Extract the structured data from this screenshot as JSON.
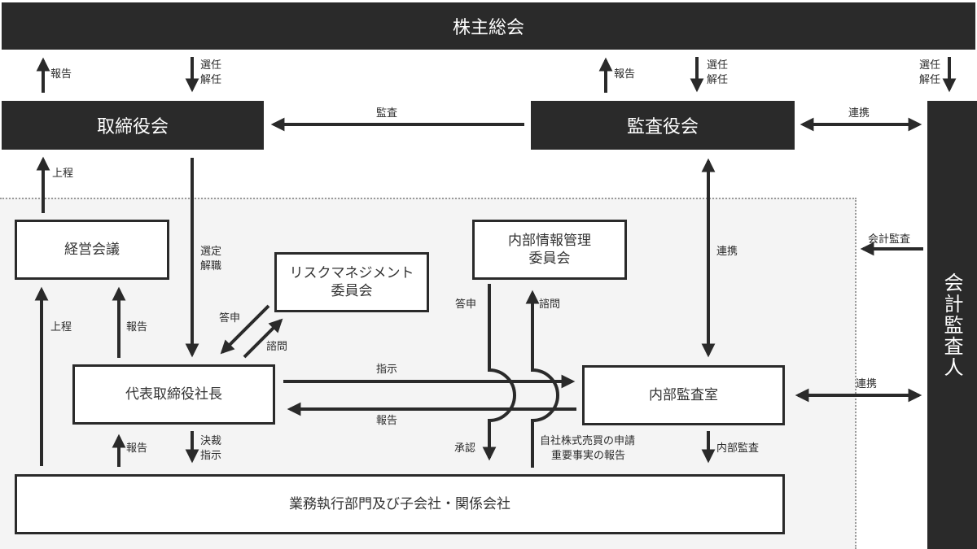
{
  "nodes": {
    "shareholders_meeting": "株主総会",
    "board_of_directors": "取締役会",
    "audit_board": "監査役会",
    "accounting_auditor": "会計監査人",
    "management_meeting": "経営会議",
    "risk_committee": "リスクマネジメント\n委員会",
    "risk_committee_line1": "リスクマネジメント",
    "risk_committee_line2": "委員会",
    "insider_committee_line1": "内部情報管理",
    "insider_committee_line2": "委員会",
    "president": "代表取締役社長",
    "internal_audit_office": "内部監査室",
    "business_divisions": "業務執行部門及び子会社・関係会社"
  },
  "labels": {
    "report_to_shareholders_board": "報告",
    "elect_dismiss_board_line1": "選任",
    "elect_dismiss_board_line2": "解任",
    "report_to_shareholders_audit": "報告",
    "elect_dismiss_audit_line1": "選任",
    "elect_dismiss_audit_line2": "解任",
    "elect_dismiss_auditor_line1": "選任",
    "elect_dismiss_auditor_line2": "解任",
    "audit_to_board": "監査",
    "cooperation_audit_auditor": "連携",
    "submit_to_board": "上程",
    "appoint_dismiss_line1": "選定",
    "appoint_dismiss_line2": "解職",
    "cooperation_audit_internal": "連携",
    "accounting_audit": "会計監査",
    "submit_to_management": "上程",
    "report_to_management": "報告",
    "risk_reply": "答申",
    "risk_inquiry": "諮問",
    "insider_reply": "答申",
    "insider_inquiry": "諮問",
    "instruction": "指示",
    "report_to_president": "報告",
    "cooperation_internal_auditor": "連携",
    "report_from_divisions": "報告",
    "decision_line1": "決裁",
    "decision_line2": "指示",
    "approval": "承認",
    "stock_trade_line1": "自社株式売買の申請",
    "stock_trade_line2": "重要事実の報告",
    "internal_audit": "内部監査"
  },
  "colors": {
    "dark_fill": "#2a2a2a",
    "region_fill": "#f4f4f4",
    "line": "#2a2a2a"
  }
}
